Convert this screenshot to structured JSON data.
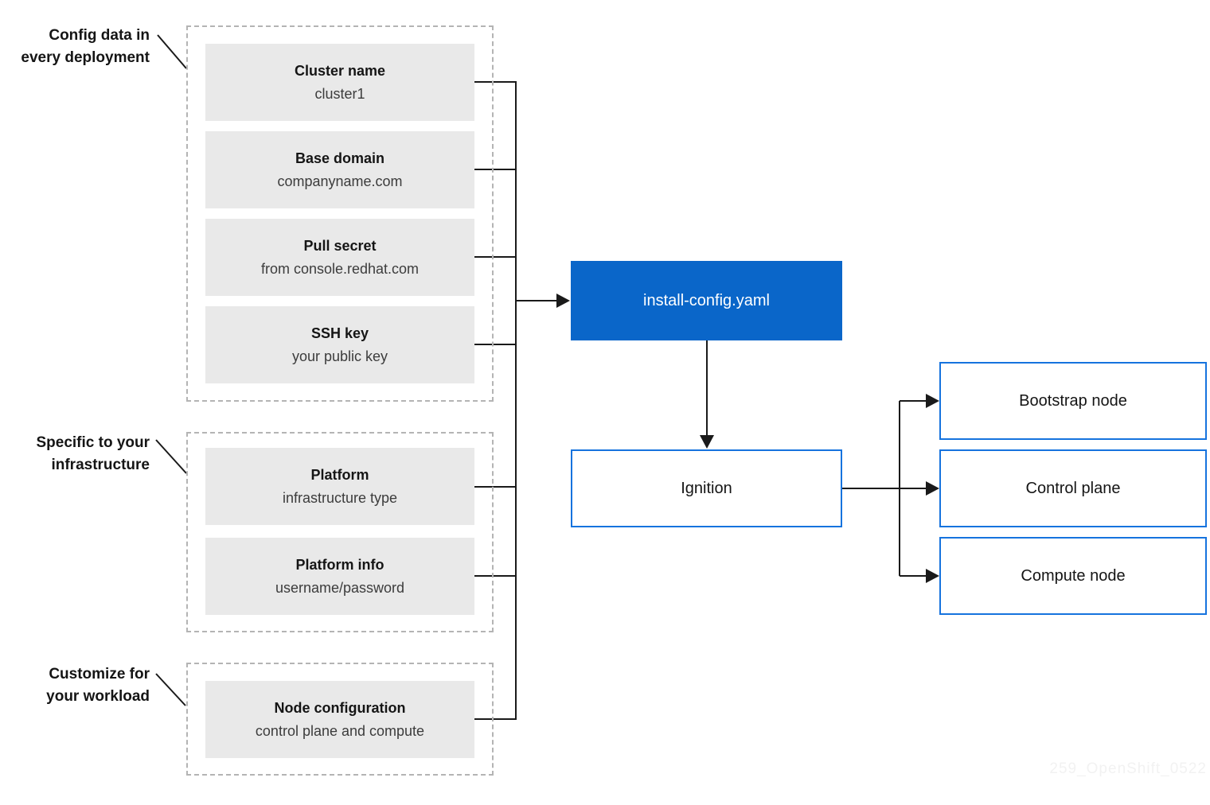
{
  "colors": {
    "accent_blue": "#0a66c9",
    "border_blue": "#1673de",
    "box_gray_fill": "#e9e9e9",
    "dashed_border": "#b4b4b4",
    "line_dark": "#1a1a1a",
    "text_primary": "#151515",
    "text_secondary": "#3c3c3c",
    "watermark_gray": "#f2f2f2"
  },
  "groups": [
    {
      "annotation": "Config data in\nevery deployment",
      "items": [
        {
          "title": "Cluster name",
          "subtitle": "cluster1"
        },
        {
          "title": "Base domain",
          "subtitle": "companyname.com"
        },
        {
          "title": "Pull secret",
          "subtitle": "from console.redhat.com"
        },
        {
          "title": "SSH key",
          "subtitle": "your public key"
        }
      ]
    },
    {
      "annotation": "Specific to your\ninfrastructure",
      "items": [
        {
          "title": "Platform",
          "subtitle": "infrastructure type"
        },
        {
          "title": "Platform info",
          "subtitle": "username/password"
        }
      ]
    },
    {
      "annotation": "Customize for\nyour workload",
      "items": [
        {
          "title": "Node configuration",
          "subtitle": "control plane and compute"
        }
      ]
    }
  ],
  "flow": {
    "config_file_label": "install-config.yaml",
    "ignition_label": "Ignition"
  },
  "outputs": [
    {
      "label": "Bootstrap node"
    },
    {
      "label": "Control plane"
    },
    {
      "label": "Compute node"
    }
  ],
  "watermark": "259_OpenShift_0522"
}
